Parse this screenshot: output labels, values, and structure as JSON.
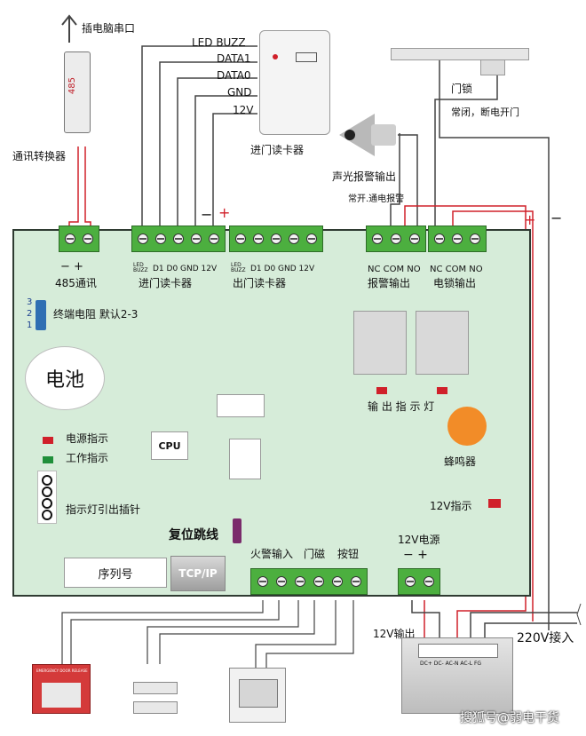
{
  "top": {
    "pc_serial_label": "插电脑串口",
    "converter_text": "485",
    "converter_label": "通讯转换器",
    "reader_pins": [
      "LED BUZZ",
      "DATA1",
      "DATA0",
      "GND",
      "12V"
    ],
    "reader_label": "进门读卡器",
    "lock_label": "门锁",
    "lock_note": "常闭，断电开门",
    "alarm_label": "声光报警输出",
    "alarm_note": "常开.通电报警",
    "minus_sign": "−",
    "plus_sign": "+"
  },
  "board": {
    "rs485_polarity": "−  +",
    "rs485_label": "485通讯",
    "in_reader_pins": {
      "buzz": "LED BUZZ",
      "rest": "D1 D0 GND 12V"
    },
    "in_reader_label": "进门读卡器",
    "out_reader_pins": {
      "buzz": "LED BUZZ",
      "rest": "D1 D0 GND 12V"
    },
    "out_reader_label": "出门读卡器",
    "alarm_pins": "NC COM NO",
    "alarm_out_label": "报警输出",
    "lock_pins": "NC COM NO",
    "lock_out_label": "电锁输出",
    "jumper_nums": [
      "3",
      "2",
      "1"
    ],
    "term_res_label": "终端电阻 默认2-3",
    "battery_label": "电池",
    "output_led_label": "输 出 指 示 灯",
    "power_led_label": "电源指示",
    "work_led_label": "工作指示",
    "cpu_label": "CPU",
    "buzzer_label": "蜂鸣器",
    "led_header_label": "指示灯引出插针",
    "led12v_label": "12V指示",
    "reset_label": "复位跳线",
    "psu12v_label": "12V电源",
    "psu_polarity": "−   +",
    "fire_label": "火警输入",
    "door_label": "门磁",
    "button_label": "按钮",
    "serial_label": "序列号",
    "tcpip_label": "TCP/IP"
  },
  "bottom": {
    "out12v_label": "12V输出",
    "ac_in_label": "220V接入",
    "psu_terminals": "DC+ DC- AC-N AC-L FG",
    "emergency_title": "EMERGENCY DOOR RELEASE",
    "watermark": "搜狐号@弱电干货"
  },
  "colors": {
    "board": "#d6ecd9",
    "terminal": "#4caf3f",
    "wire_red": "#d0202a",
    "led_red": "#d0202a",
    "led_green": "#1f8f3a",
    "buzzer": "#f28c28"
  }
}
